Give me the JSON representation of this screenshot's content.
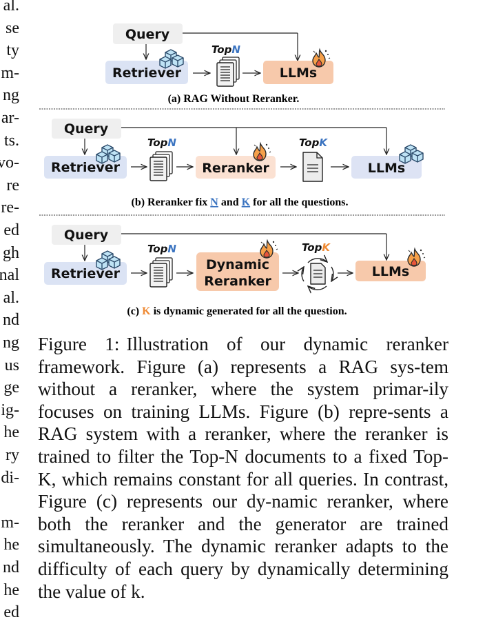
{
  "left_column_fragments": [
    "al.",
    "se",
    "ty",
    "m-",
    "ng",
    "ar-",
    "ts.",
    "vo-",
    "re",
    "re-",
    "ed",
    "gh",
    "nal",
    "al.",
    "nd",
    "ng",
    "us",
    "ge",
    "ig-",
    "he",
    "ry",
    "di-",
    "",
    "m-",
    "he",
    "nd",
    "he",
    "ed"
  ],
  "panel_a": {
    "query": "Query",
    "retriever": "Retriever",
    "topn_prefix": "Top",
    "topn_letter": "N",
    "llms": "LLMs",
    "caption": "(a) RAG Without Reranker."
  },
  "panel_b": {
    "query": "Query",
    "retriever": "Retriever",
    "topn_prefix": "Top",
    "topn_letter": "N",
    "reranker": "Reranker",
    "topk_prefix": "Top",
    "topk_letter": "K",
    "llms": "LLMs",
    "caption_1": "(b) Reranker fix ",
    "caption_n": "N",
    "caption_and": " and ",
    "caption_k": "K",
    "caption_2": " for all the questions."
  },
  "panel_c": {
    "query": "Query",
    "retriever": "Retriever",
    "topn_prefix": "Top",
    "topn_letter": "N",
    "reranker_line1": "Dynamic",
    "reranker_line2": "Reranker",
    "topk_prefix": "Top",
    "topk_letter": "K",
    "llms": "LLMs",
    "caption_1": "(c) ",
    "caption_k": "K",
    "caption_2": " is dynamic generated for all the question."
  },
  "caption": {
    "label": "Figure 1:",
    "text": "Illustration of our dynamic reranker framework.  Figure (a) represents a RAG sys-tem without a reranker, where the system primar-ily focuses on training LLMs.  Figure (b) repre-sents a RAG system with a reranker, where the reranker is trained to filter the Top-N documents to a fixed Top-K, which remains constant for all queries. In contrast, Figure (c) represents our dy-namic reranker, where both the reranker and the generator are trained simultaneously. The dynamic reranker adapts to the difficulty of each query by dynamically determining the value of k."
  },
  "colors": {
    "query_box": "#efefef",
    "retriever_box": "#dbe3f4",
    "llm_box_orange": "#f7c9ab",
    "reranker_box_light": "#fbe1d2",
    "reranker_box_dynamic": "#f7c9ab",
    "llm_box_blue": "#dde3f4",
    "blue_accent": "#3a73c0",
    "orange_accent": "#ef8a34"
  },
  "icons": {
    "retriever": "cubes-icon",
    "llm_a": "fire-icon",
    "reranker": "fire-icon",
    "llm_b": "cubes-icon",
    "documents": "document-stack-icon",
    "single_doc": "document-icon",
    "dynamic_doc": "document-cycle-icon"
  }
}
